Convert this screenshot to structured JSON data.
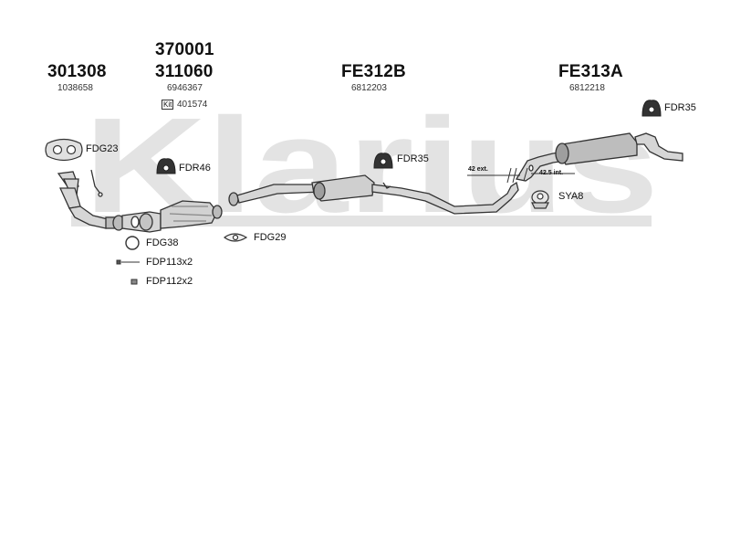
{
  "watermark": {
    "text": "Klarius",
    "color": "#e3e3e3"
  },
  "assemblies": [
    {
      "part": "301308",
      "ref": "1038658"
    },
    {
      "part_top": "370001",
      "part": "311060",
      "ref": "6946367",
      "kit_label": "Kit",
      "kit_ref": "401574"
    },
    {
      "part": "FE312B",
      "ref": "6812203"
    },
    {
      "part": "FE313A",
      "ref": "6812218"
    }
  ],
  "fittings": {
    "fdg23": "FDG23",
    "fdr46": "FDR46",
    "fdr35_mid": "FDR35",
    "fdr35_right": "FDR35",
    "sya8": "SYA8",
    "fdg29": "FDG29",
    "fdg38": "FDG38",
    "fdp113": "FDP113x2",
    "fdp112": "FDP112x2"
  },
  "pipe_notes": {
    "ext": "42 ext.",
    "int": "42.5 int."
  },
  "colors": {
    "line": "#333333",
    "part_fill": "#cfcfcf",
    "part_dark": "#555555"
  }
}
